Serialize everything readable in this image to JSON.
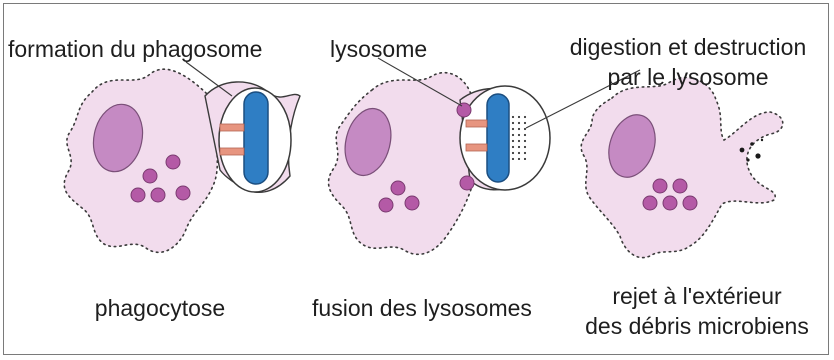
{
  "labels": {
    "formation": "formation du phagosome",
    "lysosome": "lysosome",
    "digestion_line1": "digestion et destruction",
    "digestion_line2": "par le lysosome"
  },
  "captions": {
    "stage1": "phagocytose",
    "stage2": "fusion des lysosomes",
    "stage3_line1": "rejet à l'extérieur",
    "stage3_line2": "des débris microbiens"
  },
  "colors": {
    "cell_fill": "#f2dced",
    "cell_outline": "#3a3a3a",
    "nucleus": "#c58ac3",
    "lysosome": "#b45aa6",
    "bacterium": "#2f7ec4",
    "attachment": "#e79580"
  }
}
